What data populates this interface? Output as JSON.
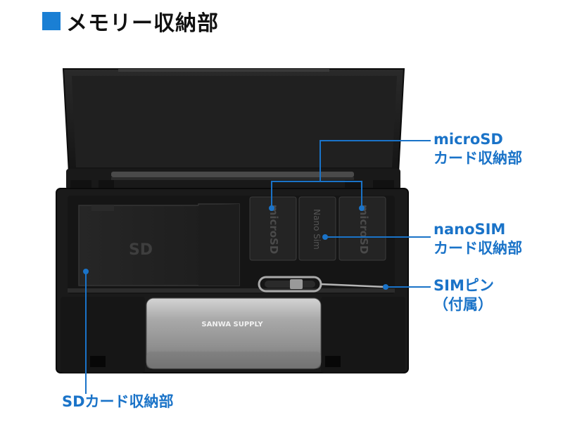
{
  "header": {
    "title": "メモリー収納部"
  },
  "labels": {
    "microsd": {
      "line1": "microSD",
      "line2": "カード収納部"
    },
    "nanosim": {
      "line1": "nanoSIM",
      "line2": "カード収納部"
    },
    "simpin": {
      "line1": "SIMピン",
      "line2": "（付属）"
    },
    "sd": {
      "text": "SDカード収納部"
    }
  },
  "product": {
    "sd_card_text": "SD",
    "microsd_text": "microSD",
    "nano_sim_text": "Nano Sim",
    "reader_brand": "SANWA SUPPLY"
  },
  "colors": {
    "accent": "#1a7fd4",
    "label": "#1a73c8"
  }
}
